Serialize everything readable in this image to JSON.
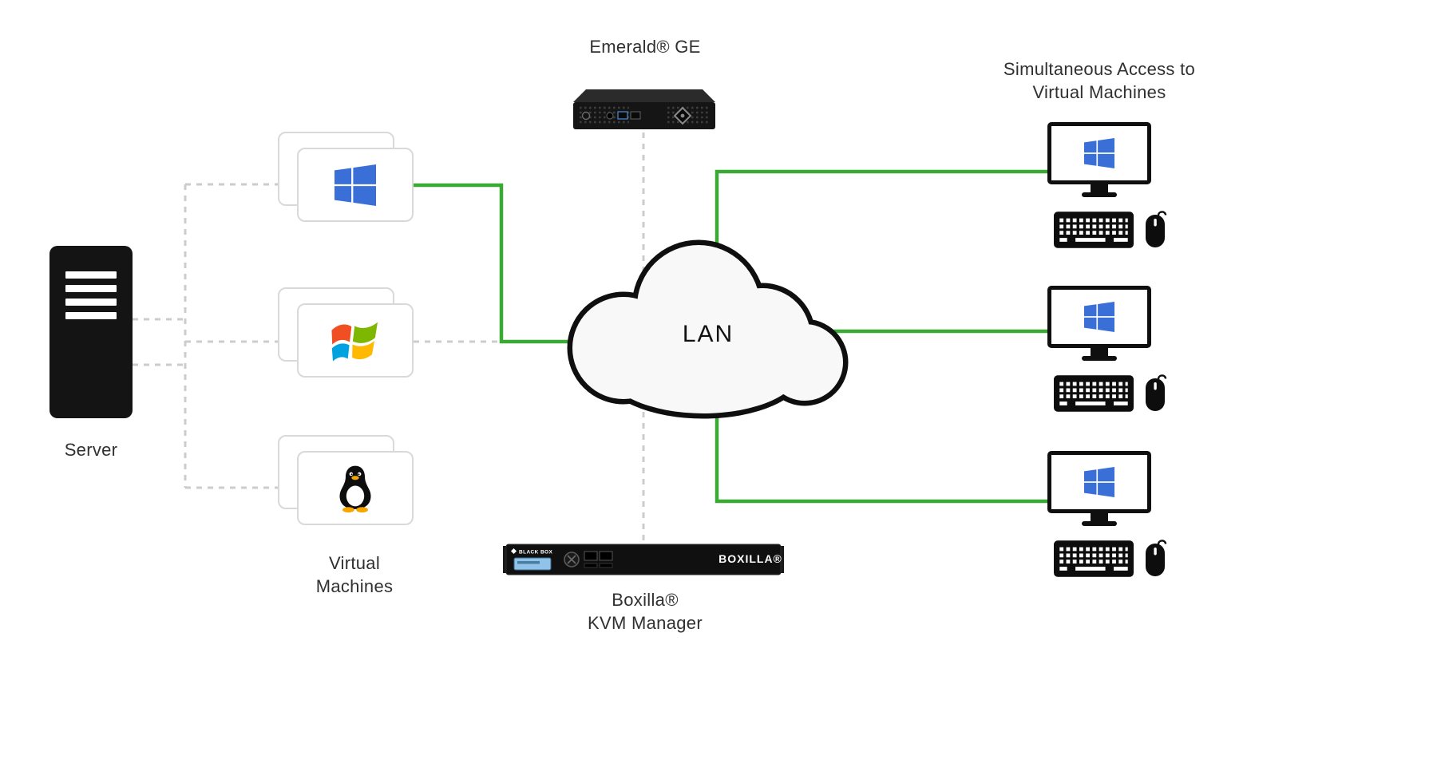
{
  "colors": {
    "green": "#3aaa35",
    "dash_gray": "#cccccc",
    "windows_blue": "#3a6fd8",
    "cloud_fill": "#f8f8f8",
    "cloud_stroke": "#0f0f0f",
    "device_black": "#141414",
    "text": "#303030",
    "classic_red": "#f04e23",
    "classic_green": "#7db700",
    "classic_blue": "#00a3e0",
    "classic_yellow": "#ffb900",
    "tux_orange": "#f7a600",
    "lcd_blue": "#8fc3ea"
  },
  "server": {
    "label": "Server"
  },
  "vm_group": {
    "label_line1": "Virtual",
    "label_line2": "Machines",
    "cards": [
      {
        "icon": "windows-flat"
      },
      {
        "icon": "windows-classic"
      },
      {
        "icon": "linux-tux"
      }
    ]
  },
  "emerald": {
    "label": "Emerald® GE",
    "device": "emerald-ge-appliance"
  },
  "lan": {
    "label": "LAN"
  },
  "boxilla": {
    "label_line1": "Boxilla®",
    "label_line2": "KVM Manager",
    "device_brand": "BLACK BOX",
    "device_name": "BOXILLA®"
  },
  "workstations": {
    "heading_line1": "Simultaneous Access to",
    "heading_line2": "Virtual Machines",
    "count": 3,
    "monitor_icon": "windows-flat"
  }
}
